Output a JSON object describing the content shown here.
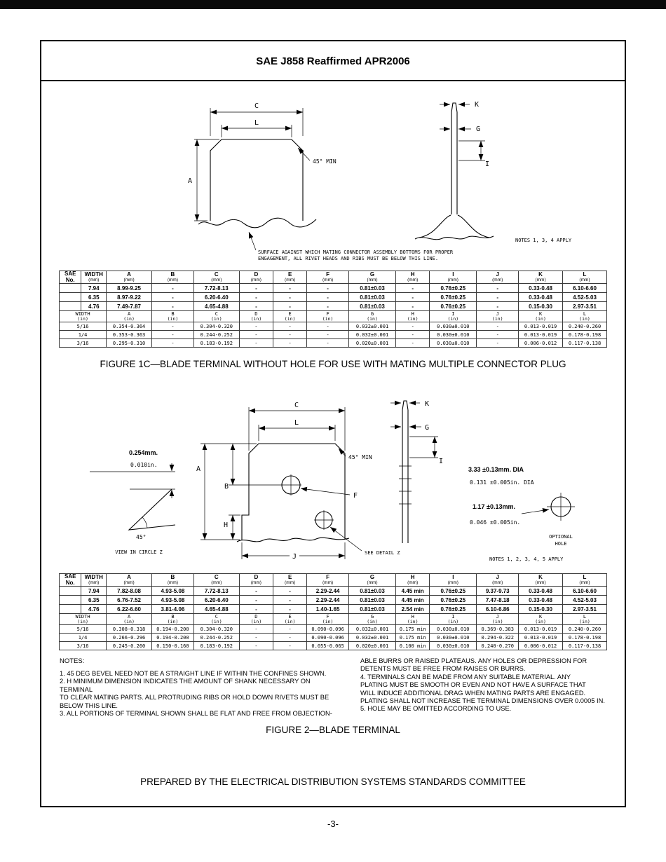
{
  "colors": {
    "ink": "#000000",
    "paper": "#ffffff"
  },
  "page": {
    "header_title": "SAE J858 Reaffirmed APR2006",
    "committee_line": "PREPARED BY THE ELECTRICAL DISTRIBUTION SYSTEMS STANDARDS COMMITTEE",
    "page_number": "-3-"
  },
  "figure1": {
    "caption": "FIGURE 1C—BLADE TERMINAL WITHOUT HOLE FOR USE WITH MATING MULTIPLE CONNECTOR PLUG",
    "labels": {
      "dim_c": "C",
      "dim_l": "L",
      "dim_a": "A",
      "dim_k": "K",
      "dim_g": "G",
      "dim_i": "I",
      "angle_min": "45° MIN",
      "surface_note_line1": "SURFACE AGAINST WHICH MATING CONNECTOR ASSEMBLY BOTTOMS FOR PROPER",
      "surface_note_line2": "ENGAGEMENT, ALL RIVET HEADS AND RIBS MUST BE BELOW THIS LINE.",
      "notes_apply": "NOTES 1, 3, 4 APPLY"
    }
  },
  "figure2": {
    "caption": "FIGURE 2—BLADE TERMINAL",
    "labels": {
      "dim_c": "C",
      "dim_l": "L",
      "dim_a": "A",
      "dim_b": "B",
      "dim_h": "H",
      "dim_j": "J",
      "dim_f": "F",
      "dim_k": "K",
      "dim_g": "G",
      "dim_i": "I",
      "angle_min": "45° MIN",
      "angle_45": "45°",
      "offset_mm": "0.254mm.",
      "offset_in": "0.010in.",
      "view_note": "VIEW IN CIRCLE Z",
      "dia_mm": "3.33 ±0.13mm.  DIA",
      "dia_in": "0.131 ±0.005in. DIA",
      "thk_mm": "1.17 ±0.13mm.",
      "thk_in": "0.046 ±0.005in.",
      "optional_line1": "OPTIONAL",
      "optional_line2": "HOLE",
      "see_detail": "SEE DETAIL Z",
      "notes_apply": "NOTES 1, 2, 3, 4, 5 APPLY"
    }
  },
  "table1": {
    "corner": [
      "SAE",
      "No."
    ],
    "unit_mm": "(mm)",
    "unit_in": "(in)",
    "letters": [
      "WIDTH",
      "A",
      "B",
      "C",
      "D",
      "E",
      "F",
      "G",
      "H",
      "I",
      "J",
      "K",
      "L"
    ],
    "rows_mm": [
      [
        "7.94",
        "8.99-9.25",
        "-",
        "7.72-8.13",
        "-",
        "-",
        "-",
        "0.81±0.03",
        "-",
        "0.76±0.25",
        "-",
        "0.33-0.48",
        "6.10-6.60"
      ],
      [
        "6.35",
        "8.97-9.22",
        "-",
        "6.20-6.40",
        "-",
        "-",
        "-",
        "0.81±0.03",
        "-",
        "0.76±0.25",
        "-",
        "0.33-0.48",
        "4.52-5.03"
      ],
      [
        "4.76",
        "7.49-7.87",
        "-",
        "4.65-4.88",
        "-",
        "-",
        "-",
        "0.81±0.03",
        "-",
        "0.76±0.25",
        "-",
        "0.15-0.30",
        "2.97-3.51"
      ]
    ],
    "rows_in": [
      [
        "5/16",
        "0.354-0.364",
        "-",
        "0.304-0.320",
        "-",
        "-",
        "-",
        "0.032±0.001",
        "-",
        "0.030±0.010",
        "-",
        "0.013-0.019",
        "0.240-0.260"
      ],
      [
        "1/4",
        "0.353-0.363",
        "-",
        "0.244-0.252",
        "-",
        "-",
        "-",
        "0.032±0.001",
        "-",
        "0.030±0.010",
        "-",
        "0.013-0.019",
        "0.178-0.198"
      ],
      [
        "3/16",
        "0.295-0.310",
        "-",
        "0.183-0.192",
        "-",
        "-",
        "-",
        "0.020±0.001",
        "-",
        "0.030±0.010",
        "-",
        "0.006-0.012",
        "0.117-0.138"
      ]
    ]
  },
  "table2": {
    "corner": [
      "SAE",
      "No."
    ],
    "unit_mm": "(mm)",
    "unit_in": "(in)",
    "letters": [
      "WIDTH",
      "A",
      "B",
      "C",
      "D",
      "E",
      "F",
      "G",
      "H",
      "I",
      "J",
      "K",
      "L"
    ],
    "rows_mm": [
      [
        "7.94",
        "7.82-8.08",
        "4.93-5.08",
        "7.72-8.13",
        "-",
        "-",
        "2.29-2.44",
        "0.81±0.03",
        "4.45 min",
        "0.76±0.25",
        "9.37-9.73",
        "0.33-0.48",
        "6.10-6.60"
      ],
      [
        "6.35",
        "6.76-7.52",
        "4.93-5.08",
        "6.20-6.40",
        "-",
        "-",
        "2.29-2.44",
        "0.81±0.03",
        "4.45 min",
        "0.76±0.25",
        "7.47-8.18",
        "0.33-0.48",
        "4.52-5.03"
      ],
      [
        "4.76",
        "6.22-6.60",
        "3.81-4.06",
        "4.65-4.88",
        "-",
        "-",
        "1.40-1.65",
        "0.81±0.03",
        "2.54 min",
        "0.76±0.25",
        "6.10-6.86",
        "0.15-0.30",
        "2.97-3.51"
      ]
    ],
    "rows_in": [
      [
        "5/16",
        "0.308-0.318",
        "0.194-0.200",
        "0.304-0.320",
        "-",
        "-",
        "0.090-0.096",
        "0.032±0.001",
        "0.175 min",
        "0.030±0.010",
        "0.369-0.383",
        "0.013-0.019",
        "0.240-0.260"
      ],
      [
        "1/4",
        "0.266-0.296",
        "0.194-0.200",
        "0.244-0.252",
        "-",
        "-",
        "0.090-0.096",
        "0.032±0.001",
        "0.175 min",
        "0.030±0.010",
        "0.294-0.322",
        "0.013-0.019",
        "0.178-0.198"
      ],
      [
        "3/16",
        "0.245-0.260",
        "0.150-0.160",
        "0.183-0.192",
        "-",
        "-",
        "0.055-0.065",
        "0.020±0.001",
        "0.100 min",
        "0.030±0.010",
        "0.240-0.270",
        "0.006-0.012",
        "0.117-0.138"
      ]
    ]
  },
  "notes": {
    "heading": "NOTES:",
    "left": "1.  45 DEG BEVEL NEED NOT BE A STRAIGHT LINE IF WITHIN THE CONFINES SHOWN.\n2.  H MINIMUM DIMENSION INDICATES THE AMOUNT OF SHANK NECESSARY ON TERMINAL\nTO CLEAR MATING PARTS.  ALL PROTRUDING RIBS OR HOLD DOWN RIVETS MUST BE\nBELOW THIS LINE.\n3.  ALL PORTIONS OF TERMINAL SHOWN SHALL BE FLAT AND FREE FROM OBJECTION-",
    "right": "ABLE BURRS OR RAISED PLATEAUS.  ANY HOLES OR DEPRESSION FOR\nDETENTS MUST BE FREE FROM RAISES OR BURRS.\n4.  TERMINALS CAN BE MADE FROM ANY SUITABLE MATERIAL.  ANY\nPLATING MUST BE SMOOTH OR EVEN AND NOT HAVE A SURFACE THAT\nWILL INDUCE ADDITIONAL DRAG WHEN MATING PARTS ARE ENGAGED.\nPLATING SHALL NOT INCREASE THE TERMINAL DIMENSIONS OVER 0.0005 IN.\n5.  HOLE MAY BE OMITTED ACCORDING TO USE."
  }
}
